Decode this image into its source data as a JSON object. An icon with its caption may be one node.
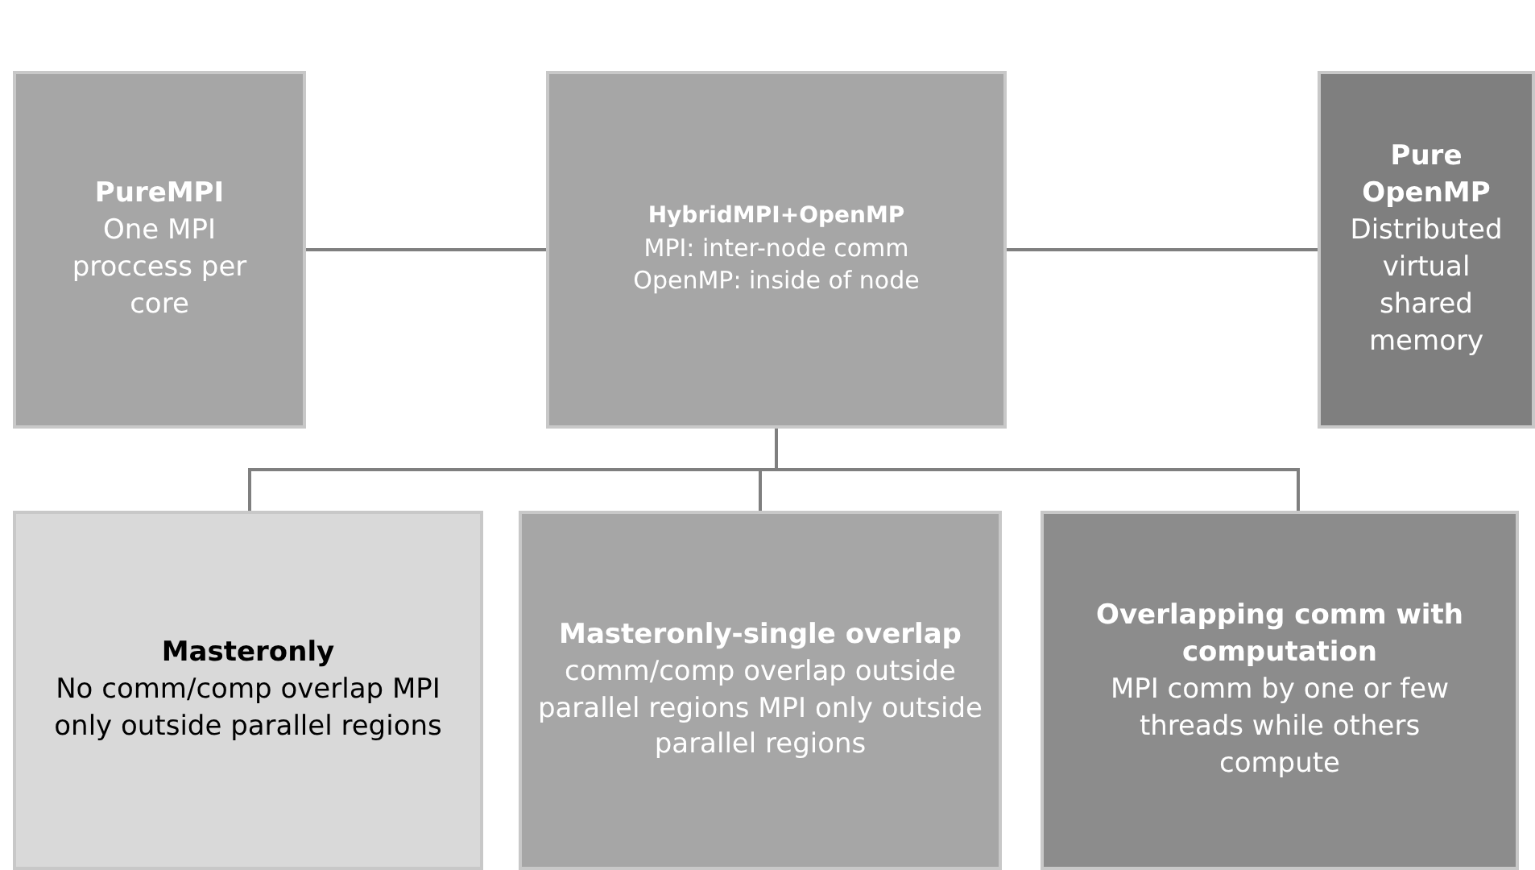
{
  "diagram": {
    "nodes": [
      {
        "text": [
          "PureMPI",
          "One MPI proccess per core"
        ]
      },
      {
        "text": [
          "HybridMPI+OpenMP",
          "MPI: inter-node comm OpenMP: inside of node"
        ]
      },
      {
        "text": [
          "Pure OpenMP",
          "Distributed virtual shared memory"
        ]
      },
      {
        "text": [
          "Masteronly",
          "No comm/comp overlap MPI only outside parallel regions"
        ]
      },
      {
        "text": [
          "Masteronly-single overlap",
          "comm/comp overlap outside parallel regions MPI only outside parallel regions"
        ]
      },
      {
        "text": [
          "Overlapping comm with computation",
          "MPI comm by one or few threads while others compute"
        ]
      }
    ],
    "edges": [
      {
        "from": 1,
        "to": 0,
        "arrow": "none"
      },
      {
        "from": 1,
        "to": 2,
        "arrow": "none"
      },
      {
        "from": 1,
        "to": 3,
        "arrow": "none"
      },
      {
        "from": 1,
        "to": 4,
        "arrow": "none"
      },
      {
        "from": 1,
        "to": 5,
        "arrow": "none"
      }
    ]
  }
}
